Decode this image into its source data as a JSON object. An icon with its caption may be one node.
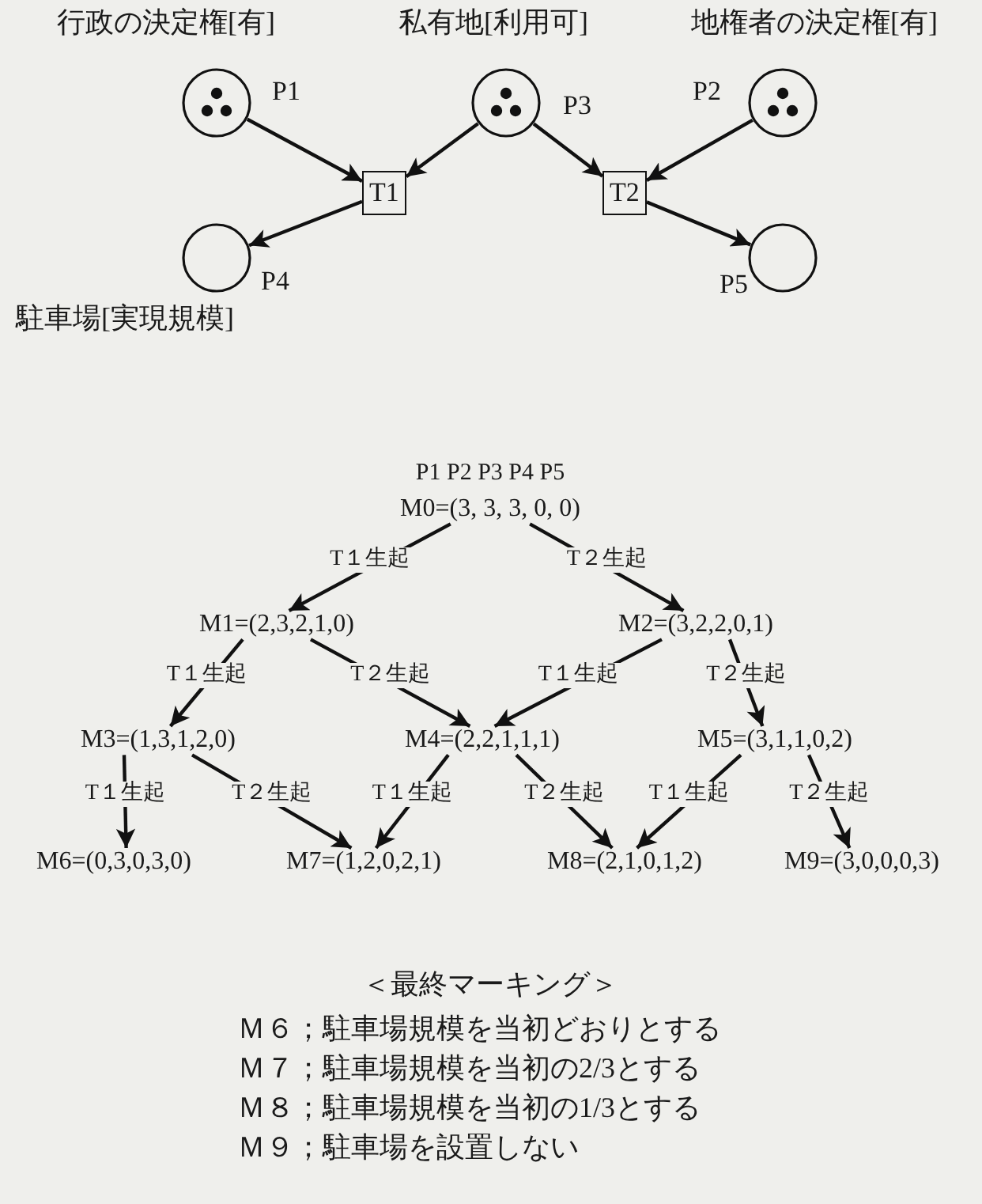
{
  "diagram": {
    "nodes": [
      {
        "text": [],
        "shape": "circle",
        "beside": [
          "行政の決定権[有]",
          "P1"
        ]
      },
      {
        "text": [],
        "shape": "circle",
        "beside": [
          "私有地[利用可]",
          "P3"
        ]
      },
      {
        "text": [],
        "shape": "circle",
        "beside": [
          "地権者の決定権[有]",
          "P2"
        ]
      },
      {
        "text": [
          "T1"
        ]
      },
      {
        "text": [
          "T2"
        ]
      },
      {
        "text": [],
        "shape": "circle",
        "beside": [
          "駐車場[実現規模]",
          "P4"
        ]
      },
      {
        "text": [],
        "shape": "circle",
        "beside": [
          "P5"
        ]
      },
      {
        "text": [
          "M0=(3, 3, 3, 0, 0)"
        ]
      },
      {
        "text": [
          "M1=(2,3,2,1,0)"
        ]
      },
      {
        "text": [
          "M2=(3,2,2,0,1)"
        ]
      },
      {
        "text": [
          "M3=(1,3,1,2,0)"
        ]
      },
      {
        "text": [
          "M4=(2,2,1,1,1)"
        ]
      },
      {
        "text": [
          "M5=(3,1,1,0,2)"
        ]
      },
      {
        "text": [
          "M6=(0,3,0,3,0)"
        ]
      },
      {
        "text": [
          "M7=(1,2,0,2,1)"
        ]
      },
      {
        "text": [
          "M8=(2,1,0,1,2)"
        ]
      },
      {
        "text": [
          "M9=(3,0,0,0,3)"
        ]
      }
    ],
    "edges": [
      {
        "from": 0,
        "to": 3,
        "arrow": "to"
      },
      {
        "from": 1,
        "to": 3,
        "arrow": "to"
      },
      {
        "from": 1,
        "to": 4,
        "arrow": "to"
      },
      {
        "from": 2,
        "to": 4,
        "arrow": "to"
      },
      {
        "from": 3,
        "to": 5,
        "arrow": "to"
      },
      {
        "from": 4,
        "to": 6,
        "arrow": "to"
      },
      {
        "from": 7,
        "to": 8,
        "arrow": "to",
        "label": "T１生起"
      },
      {
        "from": 7,
        "to": 9,
        "arrow": "to",
        "label": "T２生起"
      },
      {
        "from": 8,
        "to": 10,
        "arrow": "to",
        "label": "T１生起"
      },
      {
        "from": 8,
        "to": 11,
        "arrow": "to",
        "label": "T２生起"
      },
      {
        "from": 9,
        "to": 11,
        "arrow": "to",
        "label": "T１生起"
      },
      {
        "from": 9,
        "to": 12,
        "arrow": "to",
        "label": "T２生起"
      },
      {
        "from": 10,
        "to": 13,
        "arrow": "to",
        "label": "T１生起"
      },
      {
        "from": 10,
        "to": 14,
        "arrow": "to",
        "label": "T２生起"
      },
      {
        "from": 11,
        "to": 14,
        "arrow": "to",
        "label": "T１生起"
      },
      {
        "from": 11,
        "to": 15,
        "arrow": "to",
        "label": "T２生起"
      },
      {
        "from": 12,
        "to": 15,
        "arrow": "to",
        "label": "T１生起"
      },
      {
        "from": 12,
        "to": 16,
        "arrow": "to",
        "label": "T２生起"
      }
    ],
    "labels": [
      "P1 P2 P3 P4 P5",
      "＜最終マーキング＞",
      "Ｍ６；駐車場規模を当初どおりとする",
      "Ｍ７；駐車場規模を当初の2/3とする",
      "Ｍ８；駐車場規模を当初の1/3とする",
      "Ｍ９；駐車場を設置しない"
    ]
  }
}
